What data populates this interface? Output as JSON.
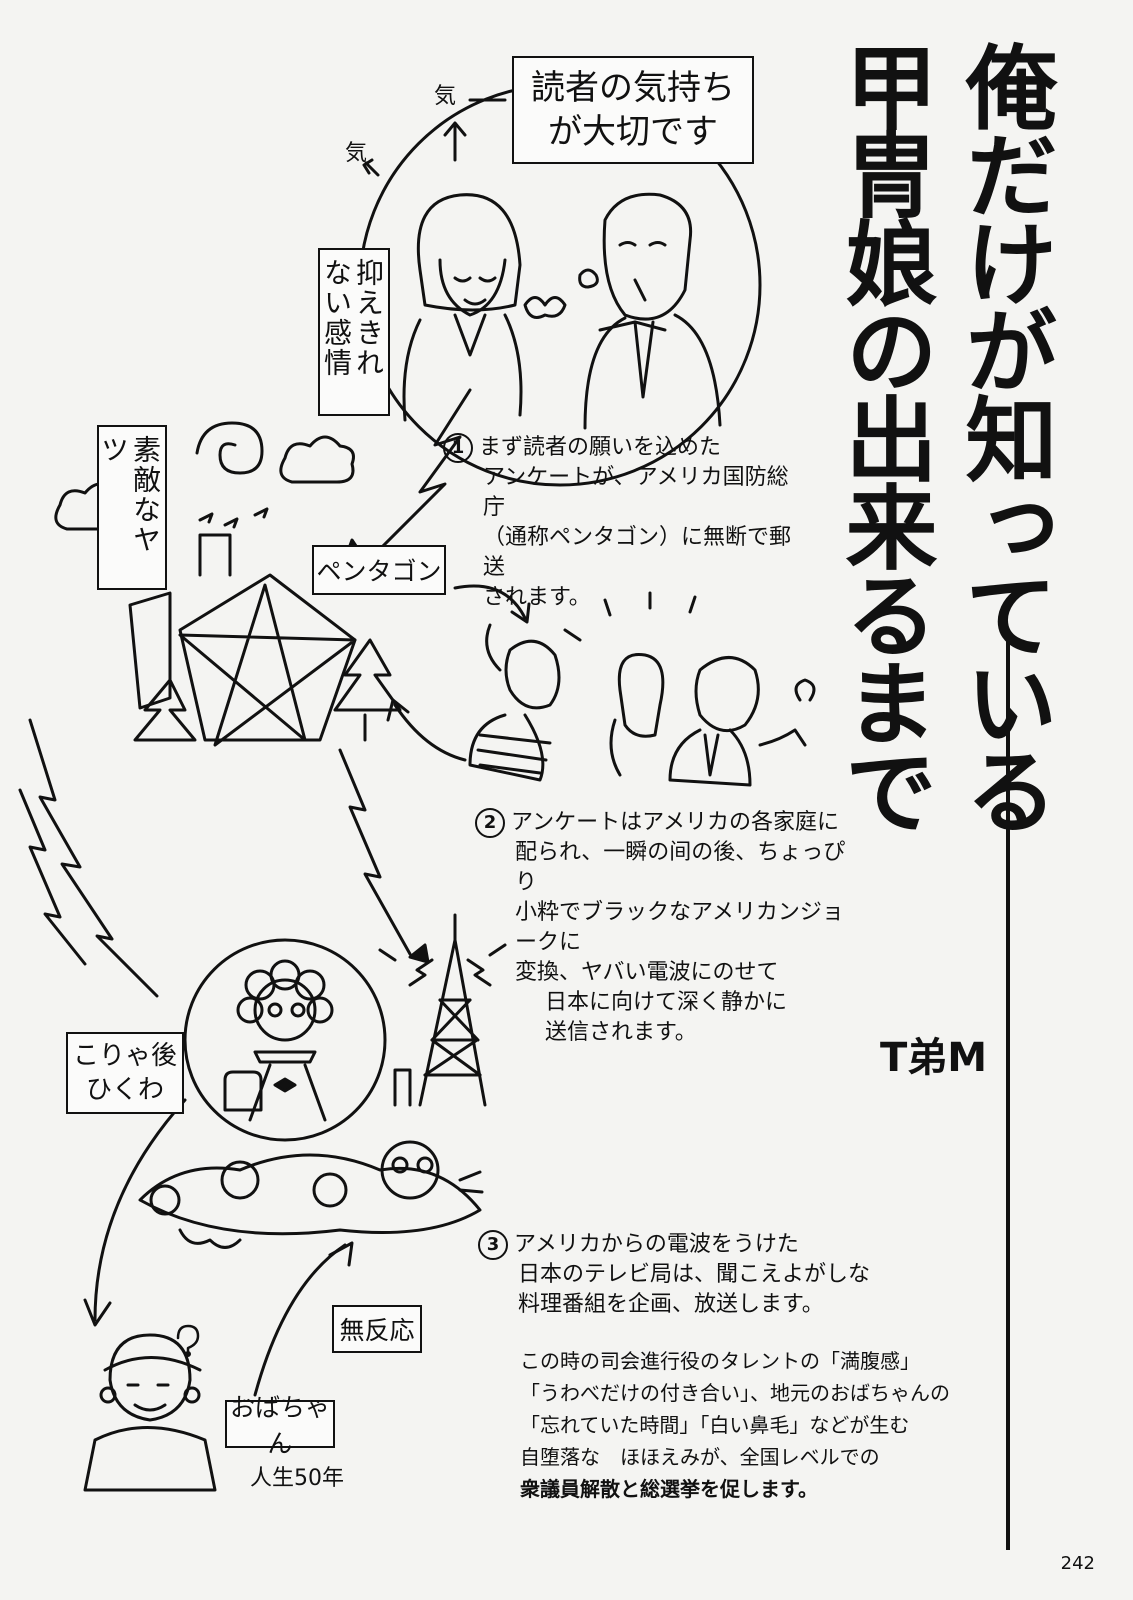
{
  "title": {
    "col1": "俺だけが知っている",
    "col2": "甲冑娘の出来るまで",
    "signature": "T弟M"
  },
  "labels": {
    "reader_feelings": "読者の気持ちが大切です",
    "ki_1": "気",
    "ki_2": "気",
    "uncontrollable": "抑えきれない感情",
    "nice_guy": "素敵なヤツ",
    "pentagon": "ペンタゴン",
    "koryagou": "こりゃ後ひくわ",
    "no_reaction": "無反応",
    "obachan": "おばちゃん",
    "life50": "人生50年"
  },
  "steps": [
    {
      "num": "1",
      "lines": [
        "まず読者の願いを込めた",
        "アンケートが、アメリカ国防総庁",
        "（通称ペンタゴン）に無断で郵送",
        "されます。"
      ]
    },
    {
      "num": "2",
      "lines": [
        "アンケートはアメリカの各家庭に",
        "配られ、一瞬の间の後、ちょっぴり",
        "小粋でブラックなアメリカンジョークに",
        "変換、ヤバい電波にのせて",
        "日本に向けて深く静かに",
        "送信されます。"
      ]
    },
    {
      "num": "3",
      "lines": [
        "アメリカからの電波をうけた",
        "日本のテレビ局は、聞こえよがしな",
        "料理番組を企画、放送します。"
      ]
    }
  ],
  "closing": [
    "この時の司会進行役のタレントの「満腹感」",
    "「うわべだけの付き合い」、地元のおばちゃんの",
    "「忘れていた時間」「白い鼻毛」などが生む",
    "自堕落な　ほほえみが、全国レベルでの",
    "衆議員解散と総選挙を促します。"
  ],
  "page_number": "242"
}
